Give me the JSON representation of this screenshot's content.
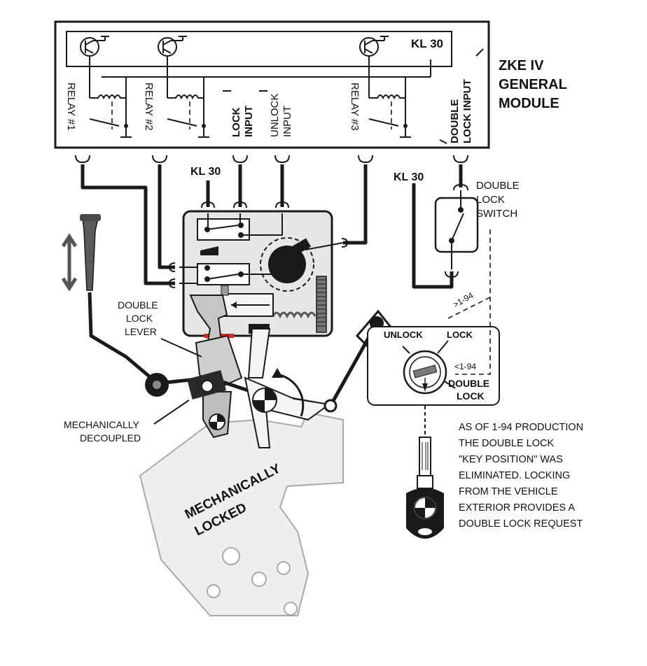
{
  "module": {
    "title_line1": "ZKE IV",
    "title_line2": "GENERAL",
    "title_line3": "MODULE",
    "kl30_top": "KL 30",
    "relay1": "RELAY #1",
    "relay2": "RELAY #2",
    "relay3": "RELAY #3",
    "lock_input_1": "LOCK",
    "lock_input_2": "INPUT",
    "unlock_input_1": "UNLOCK",
    "unlock_input_2": "INPUT",
    "double_lock_input_1": "DOUBLE",
    "double_lock_input_2": "LOCK INPUT"
  },
  "labels": {
    "kl30_actuator": "KL 30",
    "kl30_switch": "KL 30",
    "double_lock_switch_1": "DOUBLE",
    "double_lock_switch_2": "LOCK",
    "double_lock_switch_3": "SWITCH",
    "double_lock_lever_1": "DOUBLE",
    "double_lock_lever_2": "LOCK",
    "double_lock_lever_3": "LEVER",
    "mech_decoupled_1": "MECHANICALLY",
    "mech_decoupled_2": "DECOUPLED",
    "mech_locked_1": "MECHANICALLY",
    "mech_locked_2": "LOCKED",
    "unlock": "UNLOCK",
    "lock": "LOCK",
    "double_lock_1": "DOUBLE",
    "double_lock_2": "LOCK",
    "after_194": ">1-94",
    "before_194": "<1-94"
  },
  "note": {
    "line1": "AS OF 1-94 PRODUCTION",
    "line2": "THE DOUBLE LOCK",
    "line3": "\"KEY POSITION\" WAS",
    "line4": "ELIMINATED.  LOCKING",
    "line5": "FROM THE VEHICLE",
    "line6": "EXTERIOR PROVIDES A",
    "line7": "DOUBLE LOCK REQUEST"
  },
  "colors": {
    "ink": "#1a1a1a",
    "gray_part": "#bdbdbd",
    "light_part": "#e6e6e6",
    "red_mark": "#e8201b"
  }
}
